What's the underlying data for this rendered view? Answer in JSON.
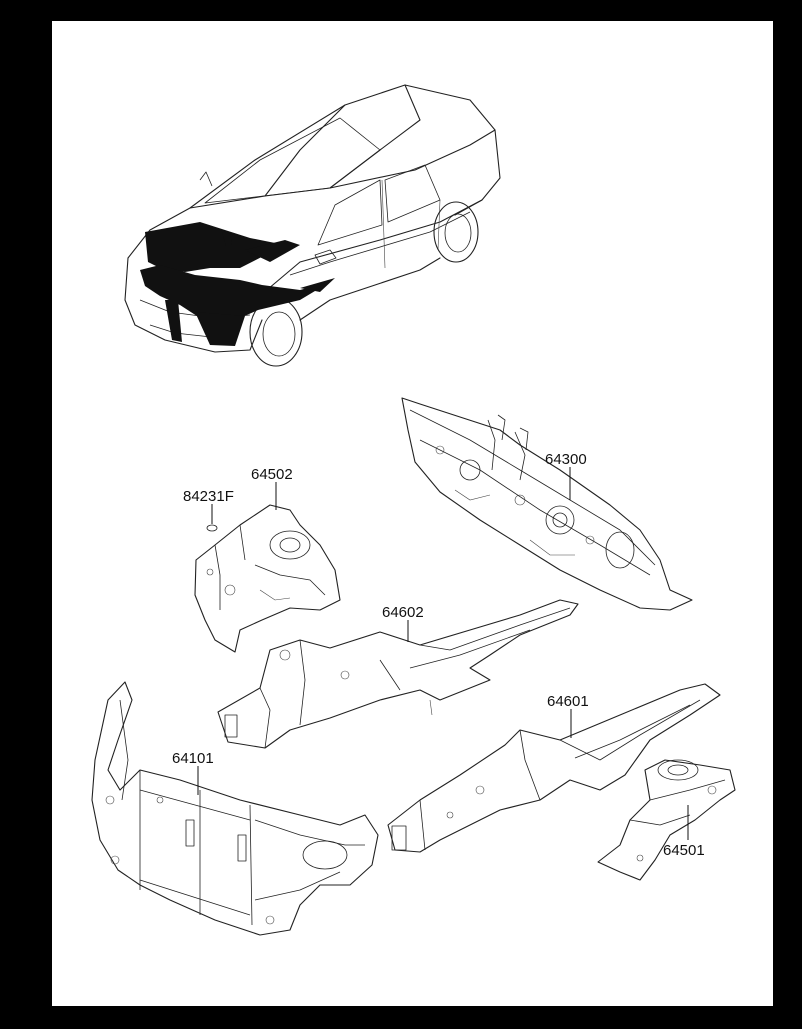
{
  "diagram": {
    "parts": [
      {
        "id": "part-64502",
        "number": "64502"
      },
      {
        "id": "part-84231F",
        "number": "84231F"
      },
      {
        "id": "part-64300",
        "number": "64300"
      },
      {
        "id": "part-64602",
        "number": "64602"
      },
      {
        "id": "part-64101",
        "number": "64101"
      },
      {
        "id": "part-64601",
        "number": "64601"
      },
      {
        "id": "part-64501",
        "number": "64501"
      }
    ],
    "colors": {
      "background": "#000000",
      "sheet": "#ffffff",
      "ink": "#111111"
    }
  }
}
